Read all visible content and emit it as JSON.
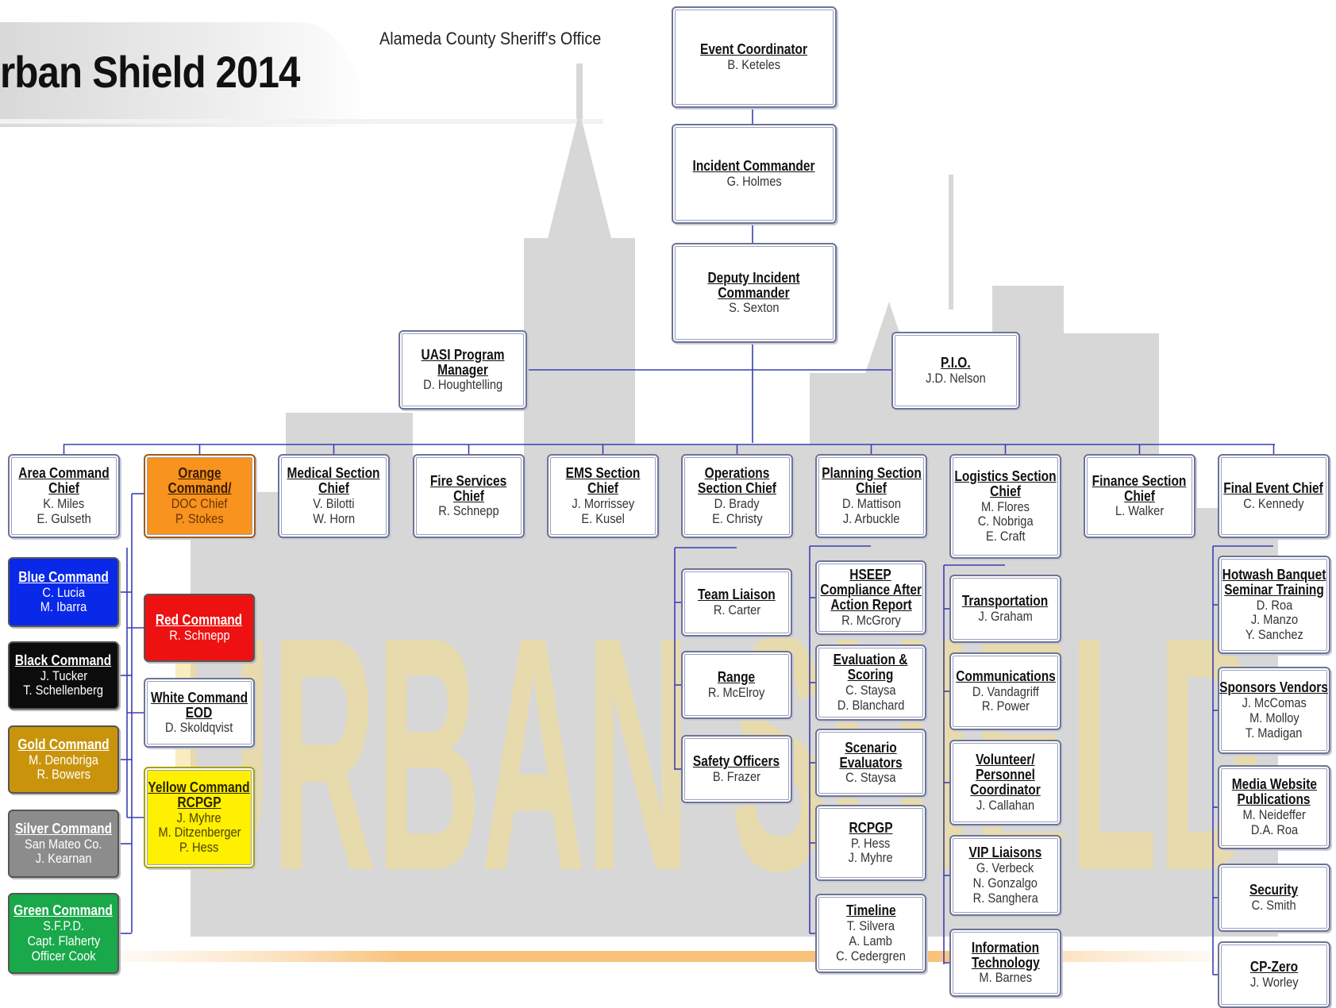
{
  "header": {
    "title": "rban Shield 2014",
    "subtitle": "Alameda County Sheriff's Office"
  },
  "top_chain": [
    {
      "title": [
        "Event Coordinator"
      ],
      "names": [
        "B. Keteles"
      ]
    },
    {
      "title": [
        "Incident Commander"
      ],
      "names": [
        "G. Holmes"
      ]
    },
    {
      "title": [
        "Deputy Incident",
        "Commander"
      ],
      "names": [
        "S. Sexton"
      ]
    }
  ],
  "side_boxes": [
    {
      "title": [
        "UASI Program",
        "Manager"
      ],
      "names": [
        "D. Houghtelling"
      ]
    },
    {
      "title": [
        "P.I.O."
      ],
      "names": [
        "J.D. Nelson"
      ]
    }
  ],
  "sections": [
    {
      "title": [
        "Area Command",
        "Chief"
      ],
      "names": [
        "K. Miles",
        "E. Gulseth"
      ]
    },
    {
      "title": [
        "Orange",
        "Command/"
      ],
      "names": [
        "DOC Chief",
        "P. Stokes"
      ],
      "color": "#f7931e"
    },
    {
      "title": [
        "Medical Section",
        "Chief"
      ],
      "names": [
        "V. Bilotti",
        "W. Horn"
      ]
    },
    {
      "title": [
        "Fire Services",
        "Chief"
      ],
      "names": [
        "R. Schnepp"
      ]
    },
    {
      "title": [
        "EMS Section",
        "Chief"
      ],
      "names": [
        "J. Morrissey",
        "E. Kusel"
      ]
    },
    {
      "title": [
        "Operations",
        "Section Chief"
      ],
      "names": [
        "D. Brady",
        "E. Christy"
      ]
    },
    {
      "title": [
        "Planning Section",
        "Chief"
      ],
      "names": [
        "D. Mattison",
        "J. Arbuckle"
      ]
    },
    {
      "title": [
        "Logistics Section",
        "Chief"
      ],
      "names": [
        "M. Flores",
        "C. Nobriga",
        "E. Craft"
      ]
    },
    {
      "title": [
        "Finance Section",
        "Chief"
      ],
      "names": [
        "L. Walker"
      ]
    },
    {
      "title": [
        "Final Event Chief"
      ],
      "names": [
        "C. Kennedy"
      ]
    }
  ],
  "area_commands": [
    {
      "title": [
        "Blue Command"
      ],
      "names": [
        "C. Lucia",
        "M. Ibarra"
      ],
      "color": "#0a28e8"
    },
    {
      "title": [
        "Black Command"
      ],
      "names": [
        "J. Tucker",
        "T. Schellenberg"
      ],
      "color": "#0c0c0c"
    },
    {
      "title": [
        "Gold Command"
      ],
      "names": [
        "M. Denobriga",
        "R. Bowers"
      ],
      "color": "#c9940c"
    },
    {
      "title": [
        "Silver Command"
      ],
      "names": [
        "San Mateo Co.",
        "J. Kearnan"
      ],
      "color": "#8c8c8c"
    },
    {
      "title": [
        "Green Command"
      ],
      "names": [
        "S.F.P.D.",
        "Capt. Flaherty",
        "Officer Cook"
      ],
      "color": "#19a84a"
    }
  ],
  "orange_sub": [
    {
      "title": [
        "Red Command"
      ],
      "names": [
        "R. Schnepp"
      ],
      "color": "#ee1111"
    },
    {
      "title": [
        "White Command",
        "EOD"
      ],
      "names": [
        "D. Skoldqvist"
      ]
    },
    {
      "title": [
        "Yellow Command",
        "RCPGP"
      ],
      "names": [
        "J. Myhre",
        "M. Ditzenberger",
        "P. Hess"
      ],
      "color": "#ffef00"
    }
  ],
  "operations_sub": [
    {
      "title": [
        "Team Liaison"
      ],
      "names": [
        "R. Carter"
      ]
    },
    {
      "title": [
        "Range"
      ],
      "names": [
        "R. McElroy"
      ]
    },
    {
      "title": [
        "Safety Officers"
      ],
      "names": [
        "B. Frazer"
      ]
    }
  ],
  "planning_sub": [
    {
      "title": [
        "HSEEP",
        "Compliance After",
        "Action Report"
      ],
      "names": [
        "R. McGrory"
      ]
    },
    {
      "title": [
        "Evaluation &",
        "Scoring"
      ],
      "names": [
        "C. Staysa",
        "D. Blanchard"
      ]
    },
    {
      "title": [
        "Scenario",
        "Evaluators"
      ],
      "names": [
        "C. Staysa"
      ]
    },
    {
      "title": [
        "RCPGP"
      ],
      "names": [
        "P. Hess",
        "J. Myhre"
      ]
    },
    {
      "title": [
        "Timeline"
      ],
      "names": [
        "T. Silvera",
        "A. Lamb",
        "C. Cedergren"
      ]
    }
  ],
  "logistics_sub": [
    {
      "title": [
        "Transportation"
      ],
      "names": [
        "J. Graham"
      ]
    },
    {
      "title": [
        "Communications"
      ],
      "names": [
        "D. Vandagriff",
        "R. Power"
      ]
    },
    {
      "title": [
        "Volunteer/",
        "Personnel",
        "Coordinator"
      ],
      "names": [
        "J. Callahan"
      ]
    },
    {
      "title": [
        "VIP Liaisons"
      ],
      "names": [
        "G. Verbeck",
        "N. Gonzalgo",
        "R. Sanghera"
      ]
    },
    {
      "title": [
        "Information",
        "Technology"
      ],
      "names": [
        "M. Barnes"
      ]
    }
  ],
  "final_sub": [
    {
      "title": [
        "Hotwash Banquet",
        "Seminar Training"
      ],
      "names": [
        "D. Roa",
        "J. Manzo",
        "Y. Sanchez"
      ]
    },
    {
      "title": [
        "Sponsors Vendors"
      ],
      "names": [
        "J. McComas",
        "M. Molloy",
        "T. Madigan"
      ]
    },
    {
      "title": [
        "Media Website",
        "Publications"
      ],
      "names": [
        "M. Neideffer",
        "D.A. Roa"
      ]
    },
    {
      "title": [
        "Security"
      ],
      "names": [
        "C. Smith"
      ]
    },
    {
      "title": [
        "CP-Zero"
      ],
      "names": [
        "J. Worley"
      ]
    }
  ],
  "watermark": {
    "text": "URBAN SHIELD"
  },
  "colors": {
    "line": "#3b3fb0",
    "box_border": "#6e7496"
  }
}
